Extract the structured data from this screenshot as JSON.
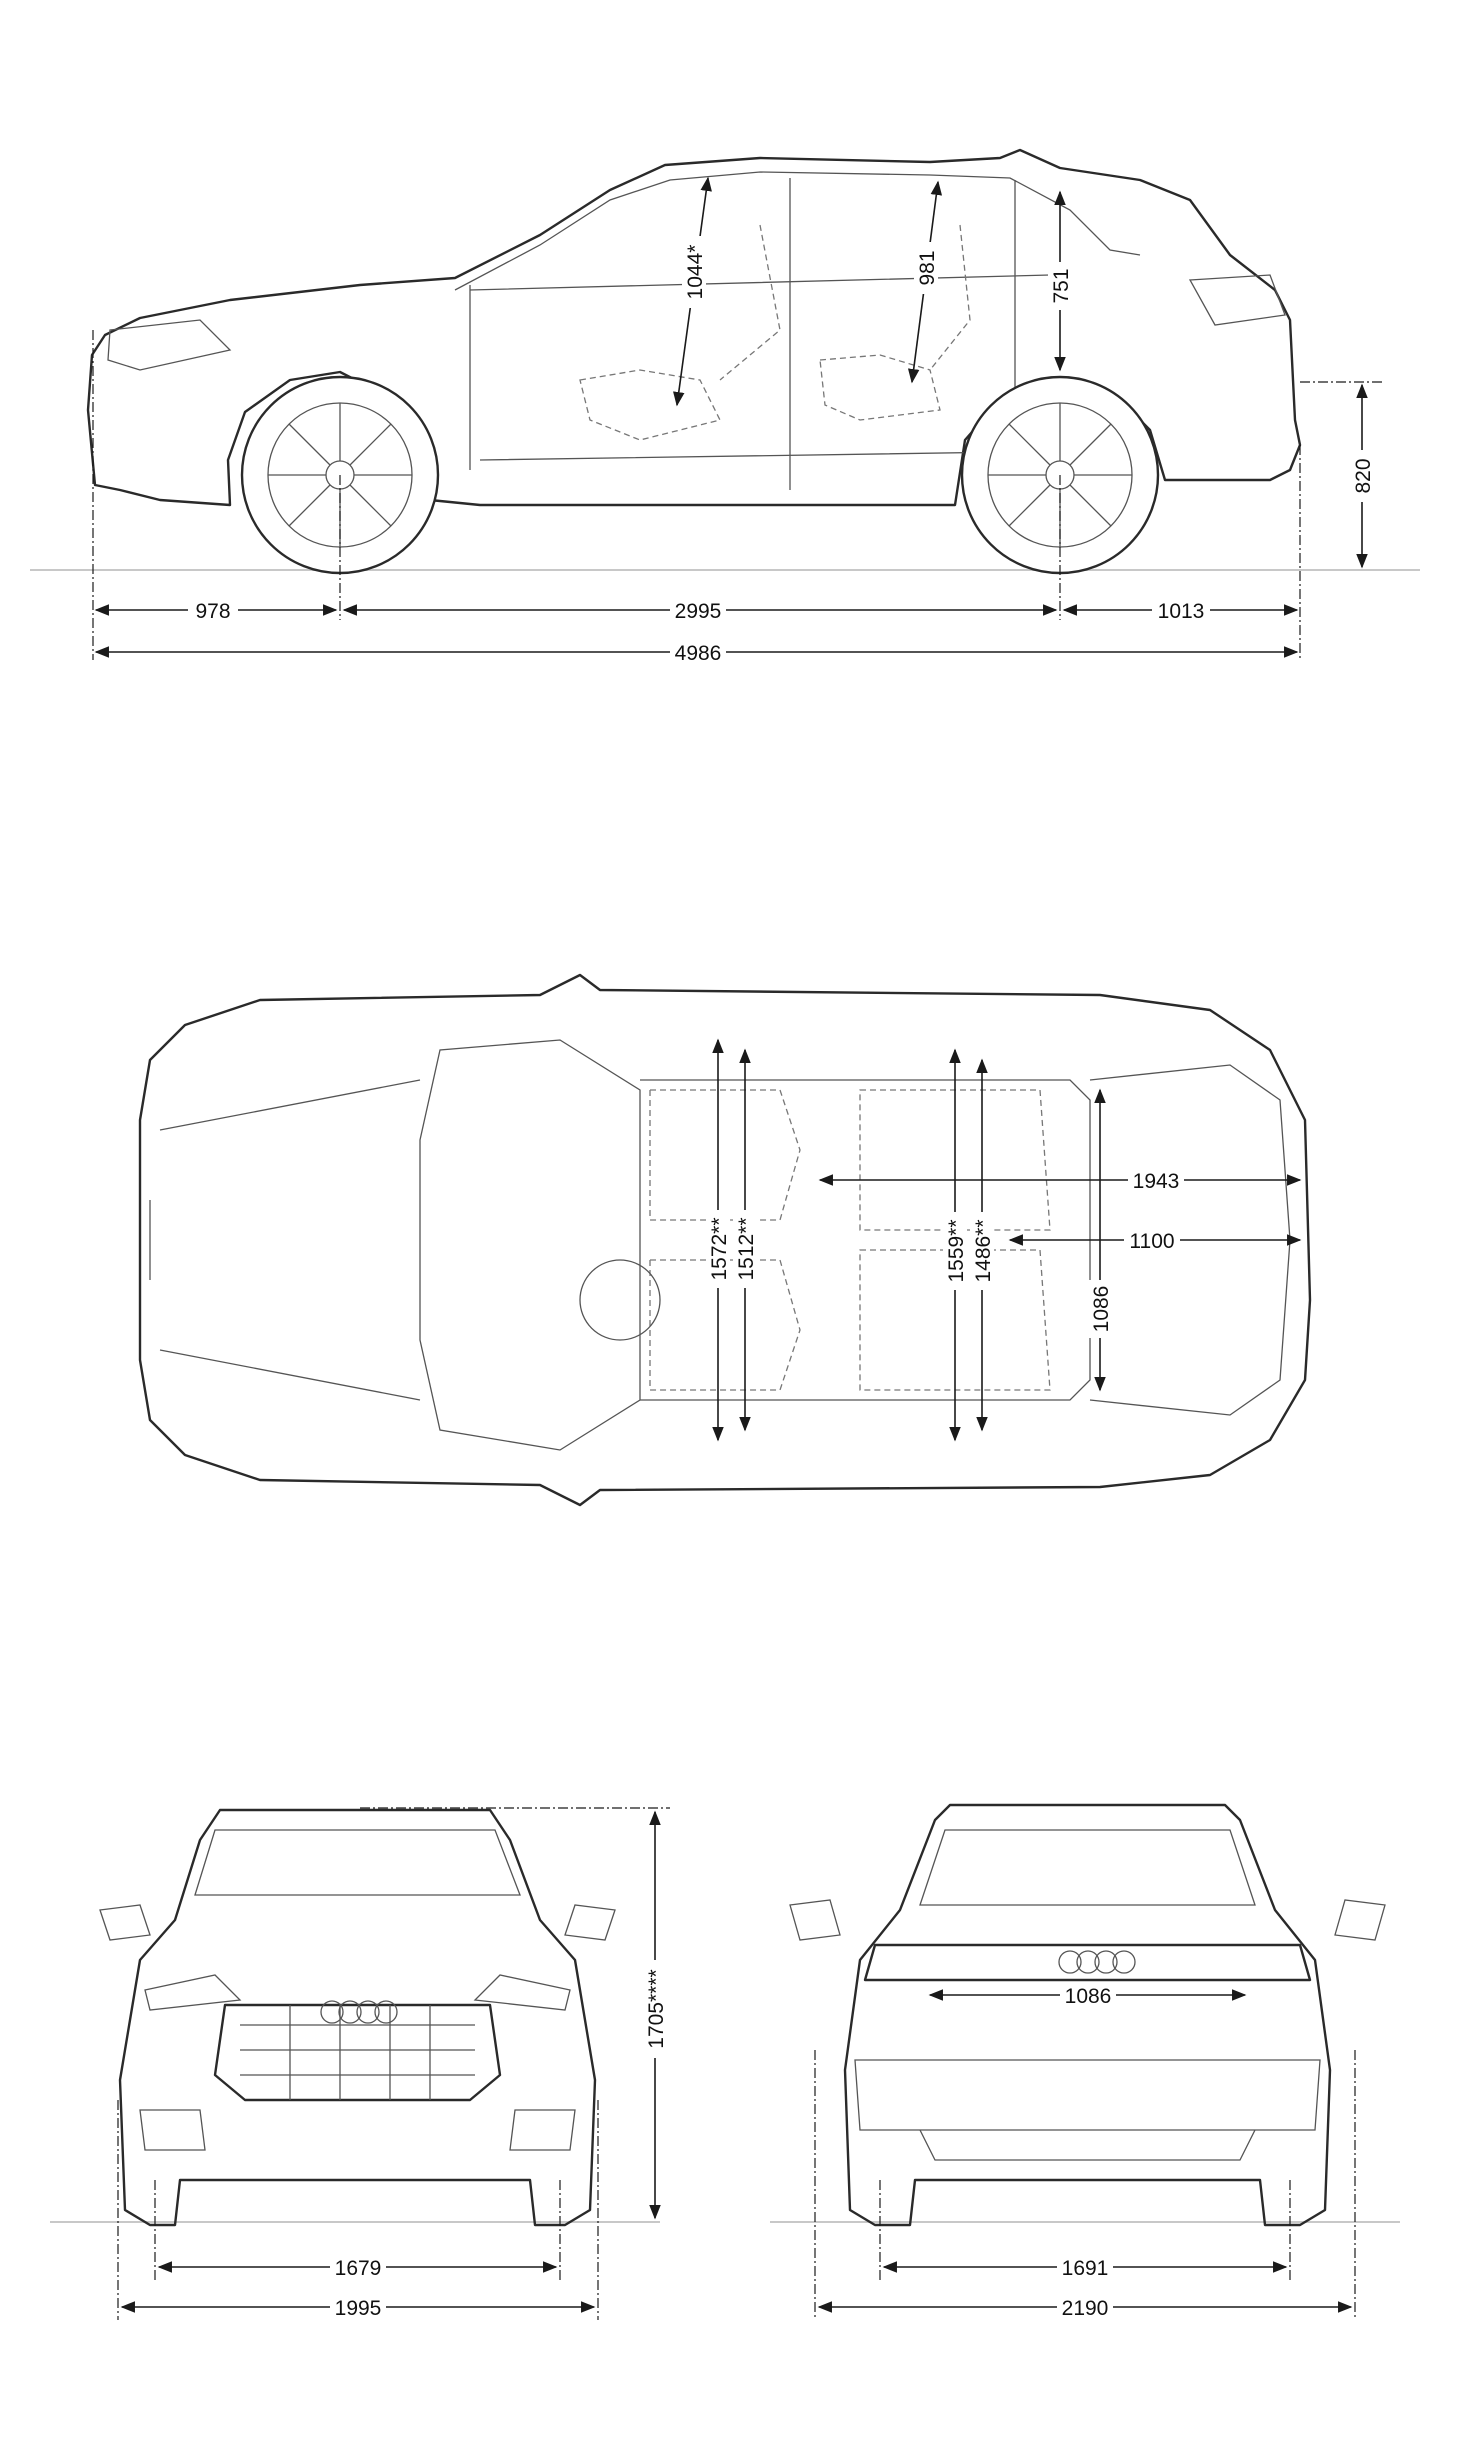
{
  "side_view": {
    "front_overhang": "978",
    "wheelbase": "2995",
    "rear_overhang": "1013",
    "overall_length": "4986",
    "front_headroom": "1044*",
    "rear_headroom": "981",
    "cargo_height": "751",
    "loading_sill_height": "820"
  },
  "top_view": {
    "front_width_1": "1572**",
    "front_width_2": "1512**",
    "rear_width_1": "1559**",
    "rear_width_2": "1486**",
    "cargo_length": "1943",
    "cargo_length_2": "1100",
    "cargo_width": "1086"
  },
  "front_view": {
    "front_track": "1679",
    "body_width": "1995",
    "height": "1705****"
  },
  "rear_view": {
    "tailgate_width": "1086",
    "rear_track": "1691",
    "width_with_mirrors": "2190"
  },
  "colors": {
    "line": "#2a2a2a",
    "dimension": "#1a1a1a",
    "ground": "#c8c8c8"
  }
}
